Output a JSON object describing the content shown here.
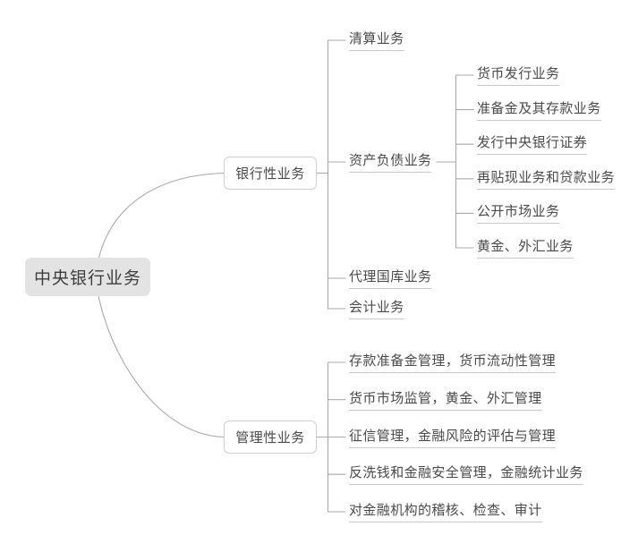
{
  "diagram": {
    "type": "mind-map",
    "title": "中央银行业务",
    "colors": {
      "root_fill": "#e3e3e3",
      "node_border": "#cfcfcf",
      "text": "#4a4a4a",
      "root_text": "#3d3d3d",
      "connector": "#a9a9a9",
      "underline": "#c9c9c9",
      "background": "#ffffff"
    },
    "root": {
      "label": "中央银行业务"
    },
    "branches": [
      {
        "id": "bank",
        "label": "银行性业务",
        "children": [
          {
            "id": "clearing",
            "label": "清算业务",
            "children": []
          },
          {
            "id": "assets-liabilities",
            "label": "资产负债业务",
            "children": [
              {
                "id": "currency-issue",
                "label": "货币发行业务"
              },
              {
                "id": "reserves-deposits",
                "label": "准备金及其存款业务"
              },
              {
                "id": "central-bank-securities",
                "label": "发行中央银行证券"
              },
              {
                "id": "rediscount-loans",
                "label": "再贴现业务和贷款业务"
              },
              {
                "id": "open-market",
                "label": "公开市场业务"
              },
              {
                "id": "gold-forex",
                "label": "黄金、外汇业务"
              }
            ]
          },
          {
            "id": "treasury-agency",
            "label": "代理国库业务",
            "children": []
          },
          {
            "id": "accounting",
            "label": "会计业务",
            "children": []
          }
        ]
      },
      {
        "id": "administration",
        "label": "管理性业务",
        "children": [
          {
            "id": "reserve-liquidity",
            "label": "存款准备金管理，货币流动性管理"
          },
          {
            "id": "money-market-gold-forex",
            "label": "货币市场监管，黄金、外汇管理"
          },
          {
            "id": "credit-risk",
            "label": "征信管理，金融风险的评估与管理"
          },
          {
            "id": "aml-statistics",
            "label": "反洗钱和金融安全管理，金融统计业务"
          },
          {
            "id": "audit-inspection",
            "label": "对金融机构的稽核、检查、审计"
          }
        ]
      }
    ]
  }
}
